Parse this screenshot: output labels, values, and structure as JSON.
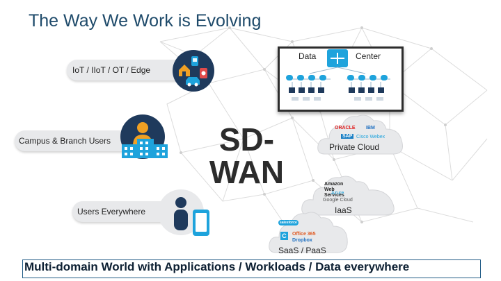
{
  "title": "The Way We Work is Evolving",
  "center_label": "SD-WAN",
  "center_lines": [
    "SD-",
    "WAN"
  ],
  "pills": {
    "iot": "IoT / IIoT / OT / Edge",
    "campus": "Campus & Branch Users",
    "everywhere": "Users Everywhere"
  },
  "data_center": {
    "left": "Data",
    "right": "Center"
  },
  "clouds": {
    "private": "Private Cloud",
    "iaas": "IaaS",
    "saas": "SaaS / PaaS"
  },
  "logos": {
    "private": [
      "ORACLE",
      "IBM",
      "SAP",
      "Cisco Webex"
    ],
    "iaas": [
      "Amazon Web Services",
      "Azure",
      "Google Cloud"
    ],
    "saas": [
      "salesforce",
      "Office 365",
      "Dropbox"
    ]
  },
  "footer": "Multi-domain World with Applications / Workloads / Data everywhere",
  "colors": {
    "title": "#1e4a6a",
    "icon_navy": "#1f3a5c",
    "icon_blue": "#1ea3dc",
    "accent_orange": "#f0a023"
  }
}
